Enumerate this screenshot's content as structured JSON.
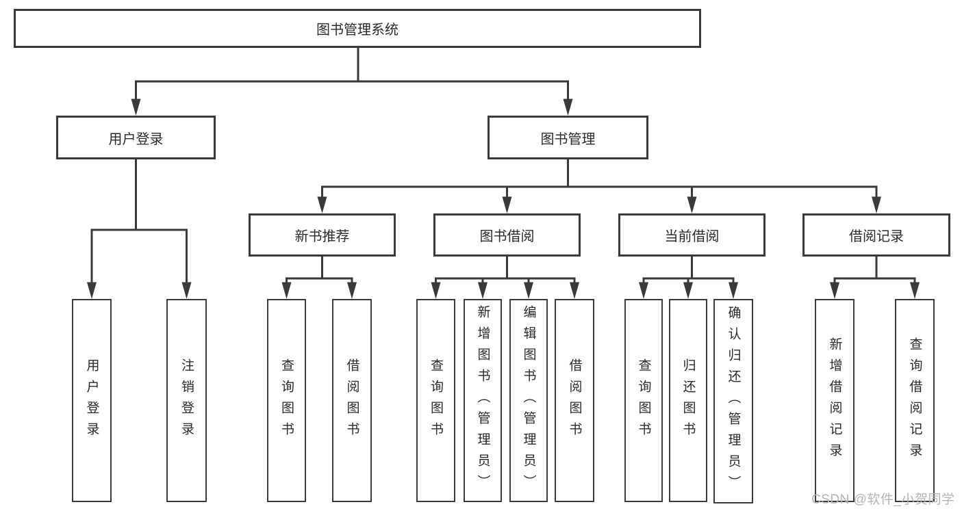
{
  "diagram": {
    "root": "图书管理系统",
    "level2": [
      "用户登录",
      "图书管理"
    ],
    "level3": [
      "新书推荐",
      "图书借阅",
      "当前借阅",
      "借阅记录"
    ],
    "leaves": {
      "user_login": [
        "用户登录",
        "注销登录"
      ],
      "new_book_recommend": [
        "查询图书",
        "借阅图书"
      ],
      "book_borrowing": [
        "查询图书",
        "新增图书（管理员）",
        "编辑图书（管理员）",
        "借阅图书"
      ],
      "current_borrowing": [
        "查询图书",
        "归还图书",
        "确认归还（管理员）"
      ],
      "borrowing_records": [
        "新增借阅记录",
        "查询借阅记录"
      ]
    }
  },
  "watermark": "CSDN @软件_小贺同学",
  "colors": {
    "line": "#3a3a3a",
    "box_border": "#3a3a3a",
    "box_fill": "#ffffff",
    "text": "#2a2a2a",
    "watermark": "#b5b5b5",
    "background": "#ffffff"
  }
}
